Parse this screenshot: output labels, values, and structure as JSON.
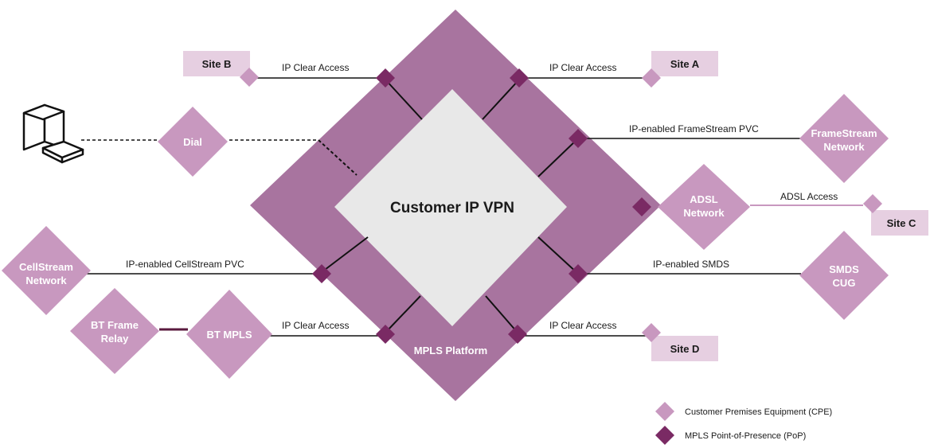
{
  "colors": {
    "platform": "#a8749f",
    "cpe": "#c898bf",
    "pop": "#7a2a64",
    "site_box": "#e6cfe1",
    "core": "#e8e8e8",
    "line": "#111111"
  },
  "center_label": "Customer IP VPN",
  "platform_label": "MPLS Platform",
  "sites": {
    "a": "Site A",
    "b": "Site B",
    "c": "Site C",
    "d": "Site D"
  },
  "networks": {
    "dial": "Dial",
    "framestream": [
      "FrameStream",
      "Network"
    ],
    "adsl": [
      "ADSL",
      "Network"
    ],
    "cellstream": [
      "CellStream",
      "Network"
    ],
    "smds": [
      "SMDS",
      "CUG"
    ],
    "bt_frame": [
      "BT Frame",
      "Relay"
    ],
    "bt_mpls": "BT MPLS"
  },
  "links": {
    "site_b": "IP Clear Access",
    "site_a": "IP Clear Access",
    "framestream": "IP-enabled FrameStream PVC",
    "adsl": "ADSL Access",
    "cellstream": "IP-enabled CellStream PVC",
    "smds": "IP-enabled SMDS",
    "bt_mpls": "IP Clear Access",
    "site_d": "IP Clear Access"
  },
  "legend": {
    "cpe": "Customer Premises Equipment (CPE)",
    "pop": "MPLS Point-of-Presence (PoP)"
  },
  "icons": {
    "terminal": "computer-terminal-icon"
  }
}
